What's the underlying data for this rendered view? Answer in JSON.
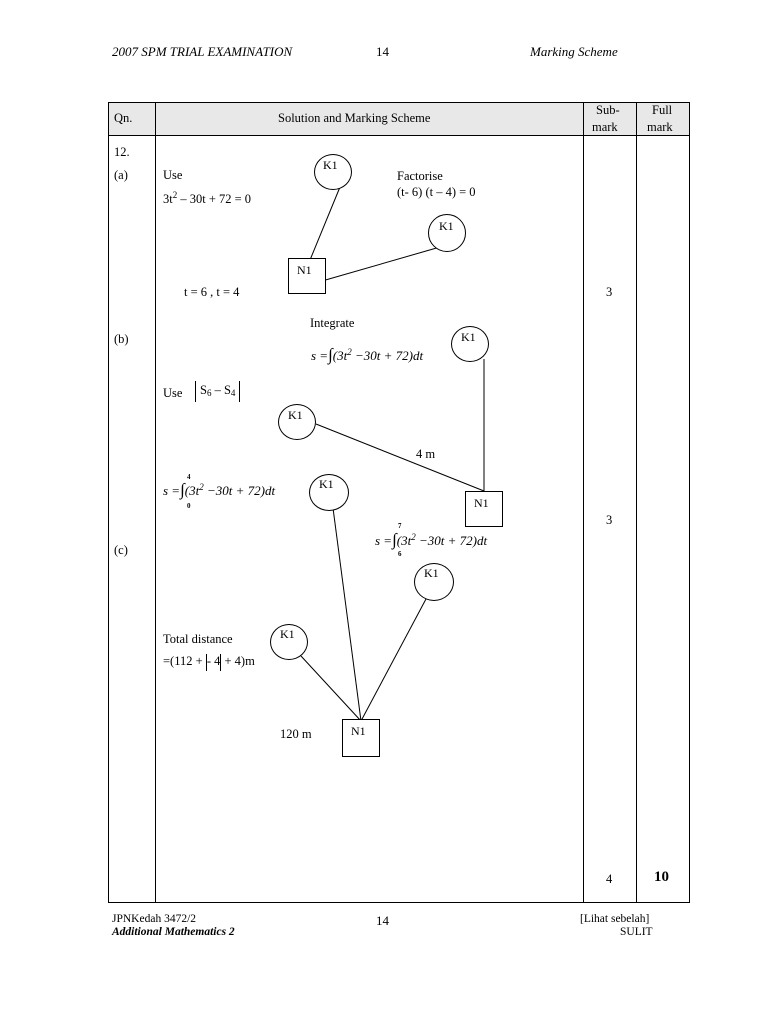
{
  "header": {
    "left": "2007 SPM TRIAL EXAMINATION",
    "center": "14",
    "right": "Marking Scheme"
  },
  "table": {
    "col_qn": "Qn.",
    "col_solution": "Solution and Marking Scheme",
    "col_sub_1": "Sub-",
    "col_sub_2": "mark",
    "col_full_1": "Full",
    "col_full_2": "mark"
  },
  "question": {
    "number": "12.",
    "part_a": "(a)",
    "part_b": "(b)",
    "part_c": "(c)"
  },
  "part_a": {
    "use": "Use",
    "eq_lhs": "3t",
    "eq_exp": "2",
    "eq_rhs": " – 30t + 72 = 0",
    "factorise": "Factorise",
    "factor_expr": "(t- 6) (t – 4) = 0",
    "result": "t = 6 ,    t = 4"
  },
  "part_b": {
    "integrate": "Integrate",
    "s_eq": "s =",
    "integral_sym": "∫",
    "integrand_a": "(3t",
    "integrand_exp": "2",
    "integrand_b": " −30t + 72)dt",
    "use": "Use",
    "abs_expr_a": "S",
    "abs_sub_a": "6",
    "abs_mid": " – S",
    "abs_sub_b": "4",
    "distance": "4 m"
  },
  "part_c": {
    "s_eq": "s =",
    "integral_sym": "∫",
    "lim1_upper": "4",
    "lim1_lower": "0",
    "integrand_a": "(3t",
    "integrand_exp": "2",
    "integrand_b": " −30t + 72)dt",
    "s_eq2": "s =",
    "lim2_upper": "7",
    "lim2_lower": "6",
    "total_distance": "Total distance",
    "total_expr_a": "=(112 + ",
    "total_expr_b": " - 4 ",
    "total_expr_c": " + 4)m",
    "result": "120 m"
  },
  "marks": {
    "k1": "K1",
    "n1": "N1"
  },
  "sub_marks": {
    "a": "3",
    "b": "3",
    "c": "4"
  },
  "full_mark": "10",
  "footer": {
    "left_1": "JPNKedah 3472/2",
    "left_2": "Additional Mathematics 2",
    "center": "14",
    "right_1": "[Lihat sebelah]",
    "right_2": "SULIT"
  }
}
